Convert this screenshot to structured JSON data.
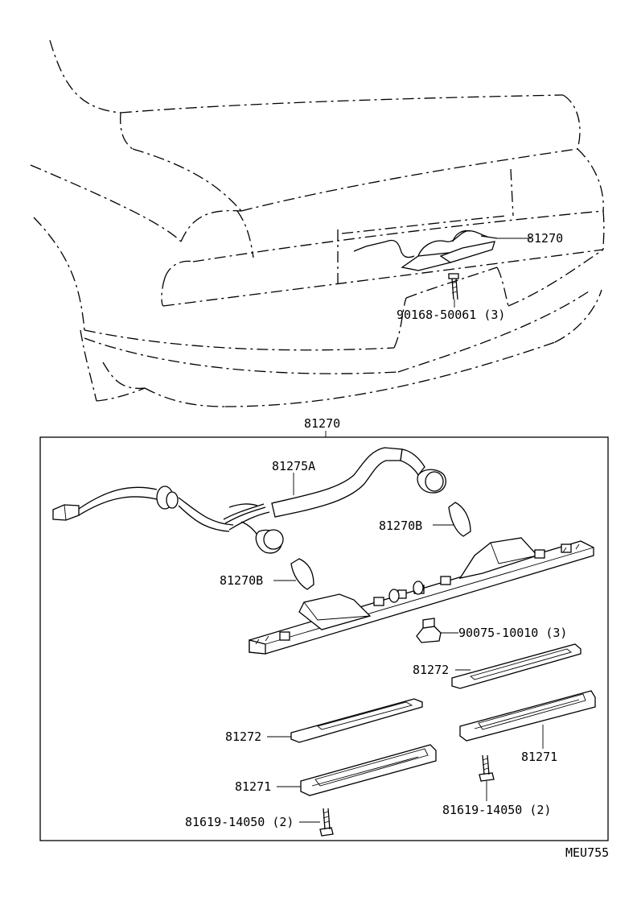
{
  "callouts": {
    "top_assembly": "81270",
    "top_screw": "90168-50061 (3)",
    "box_title": "81270",
    "harness": "81275A",
    "bulb_upper": "81270B",
    "bulb_lower": "81270B",
    "nut": "90075-10010 (3)",
    "lens_right": "81272",
    "lens_left": "81272",
    "housing_right": "81271",
    "housing_left": "81271",
    "screw_left": "81619-14050 (2)",
    "screw_right": "81619-14050 (2)"
  },
  "figure_code": "MEU755"
}
